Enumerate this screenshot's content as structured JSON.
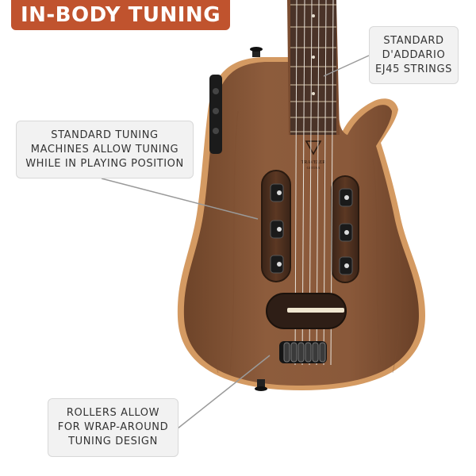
{
  "title": "IN-BODY TUNING",
  "colors": {
    "title_badge": "#c0532e",
    "body_wood": "#8a5a3b",
    "body_edge": "#5a3a26",
    "binding": "#d49a62",
    "fretboard": "#4a3328",
    "callout_bg": "#f2f2f2",
    "leader_line": "#9a9a9a"
  },
  "callouts": {
    "strings": [
      "STANDARD",
      "D'ADDARIO",
      "EJ45 STRINGS"
    ],
    "tuning": [
      "STANDARD TUNING",
      "MACHINES ALLOW TUNING",
      "WHILE IN PLAYING POSITION"
    ],
    "rollers": [
      "ROLLERS ALLOW",
      "FOR WRAP-AROUND",
      "TUNING DESIGN"
    ]
  },
  "headstock_logo": [
    "TRAVELER",
    "GUITAR"
  ]
}
